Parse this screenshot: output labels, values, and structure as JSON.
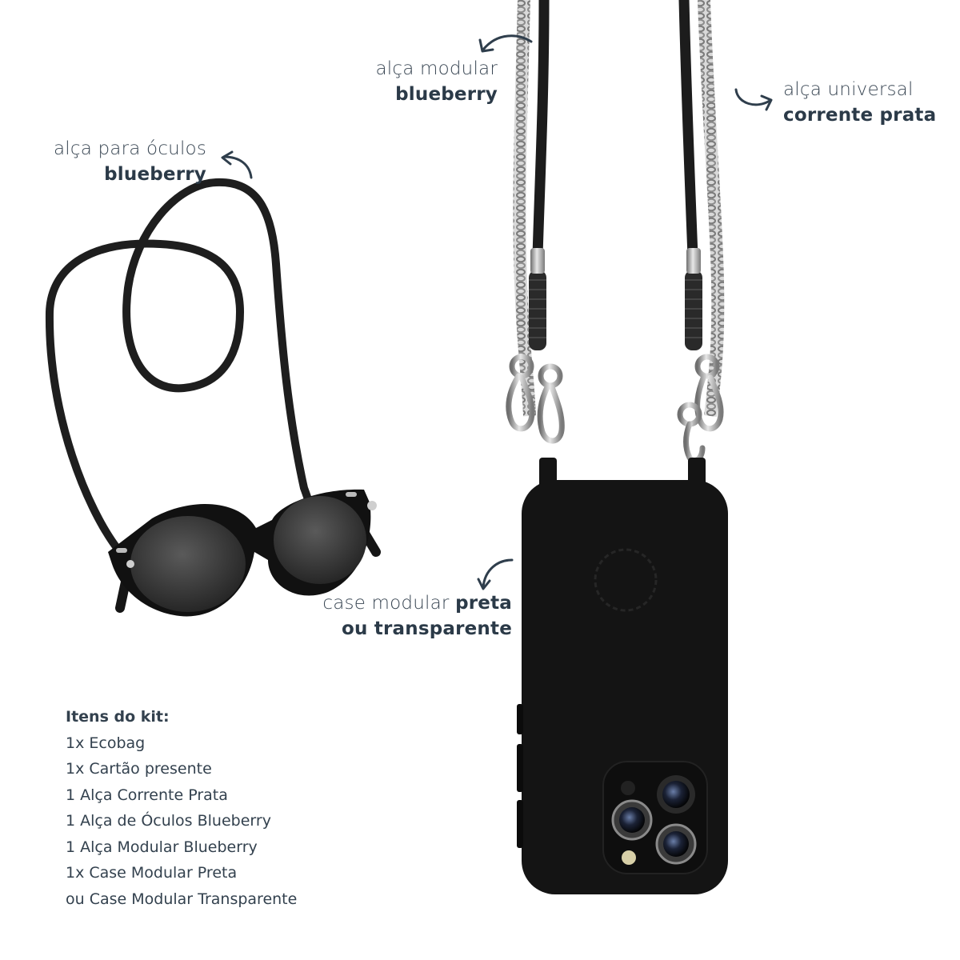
{
  "labels": {
    "modular_strap": {
      "line1": "alça modular",
      "line2": "blueberry"
    },
    "universal_strap": {
      "line1": "alça universal",
      "line2": "corrente prata"
    },
    "glasses_strap": {
      "line1": "alça para óculos",
      "line2": "blueberry"
    },
    "case": {
      "line1_prefix": "case modular",
      "line1_bold": "preta",
      "line2": "ou transparente"
    }
  },
  "kit": {
    "title": "Itens do kit:",
    "items": [
      "1x Ecobag",
      "1x Cartão presente",
      "1 Alça Corrente Prata",
      "1 Alça de Óculos Blueberry",
      "1 Alça Modular Blueberry",
      "1x Case Modular Preta",
      "ou Case Modular Transparente"
    ]
  },
  "icons": {
    "arrow": "curved-arrow-icon",
    "phone": "phone-case-icon",
    "glasses": "sunglasses-icon",
    "chain": "chain-icon"
  },
  "colors": {
    "text": "#2f3e4c",
    "cord": "#1c1c1c",
    "chain": "#9a9a9a",
    "case": "#141414"
  }
}
